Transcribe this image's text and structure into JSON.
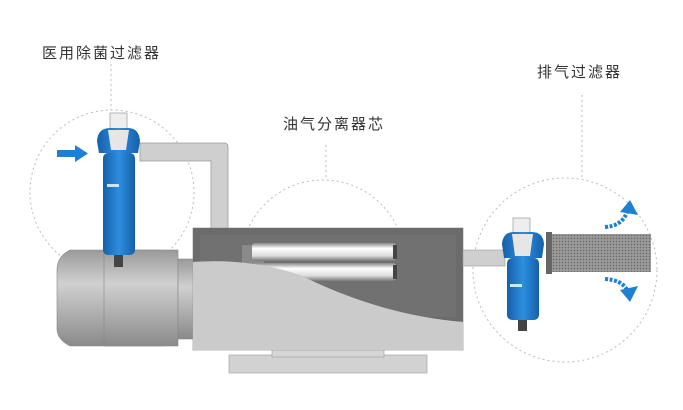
{
  "labels": {
    "medical_filter": "医用除菌过滤器",
    "separator_element": "油气分离器芯",
    "exhaust_filter": "排气过滤器"
  },
  "colors": {
    "filter_blue": "#1f7fd0",
    "housing_gray": "#c9c9c9",
    "housing_dark": "#6b6b6b"
  }
}
